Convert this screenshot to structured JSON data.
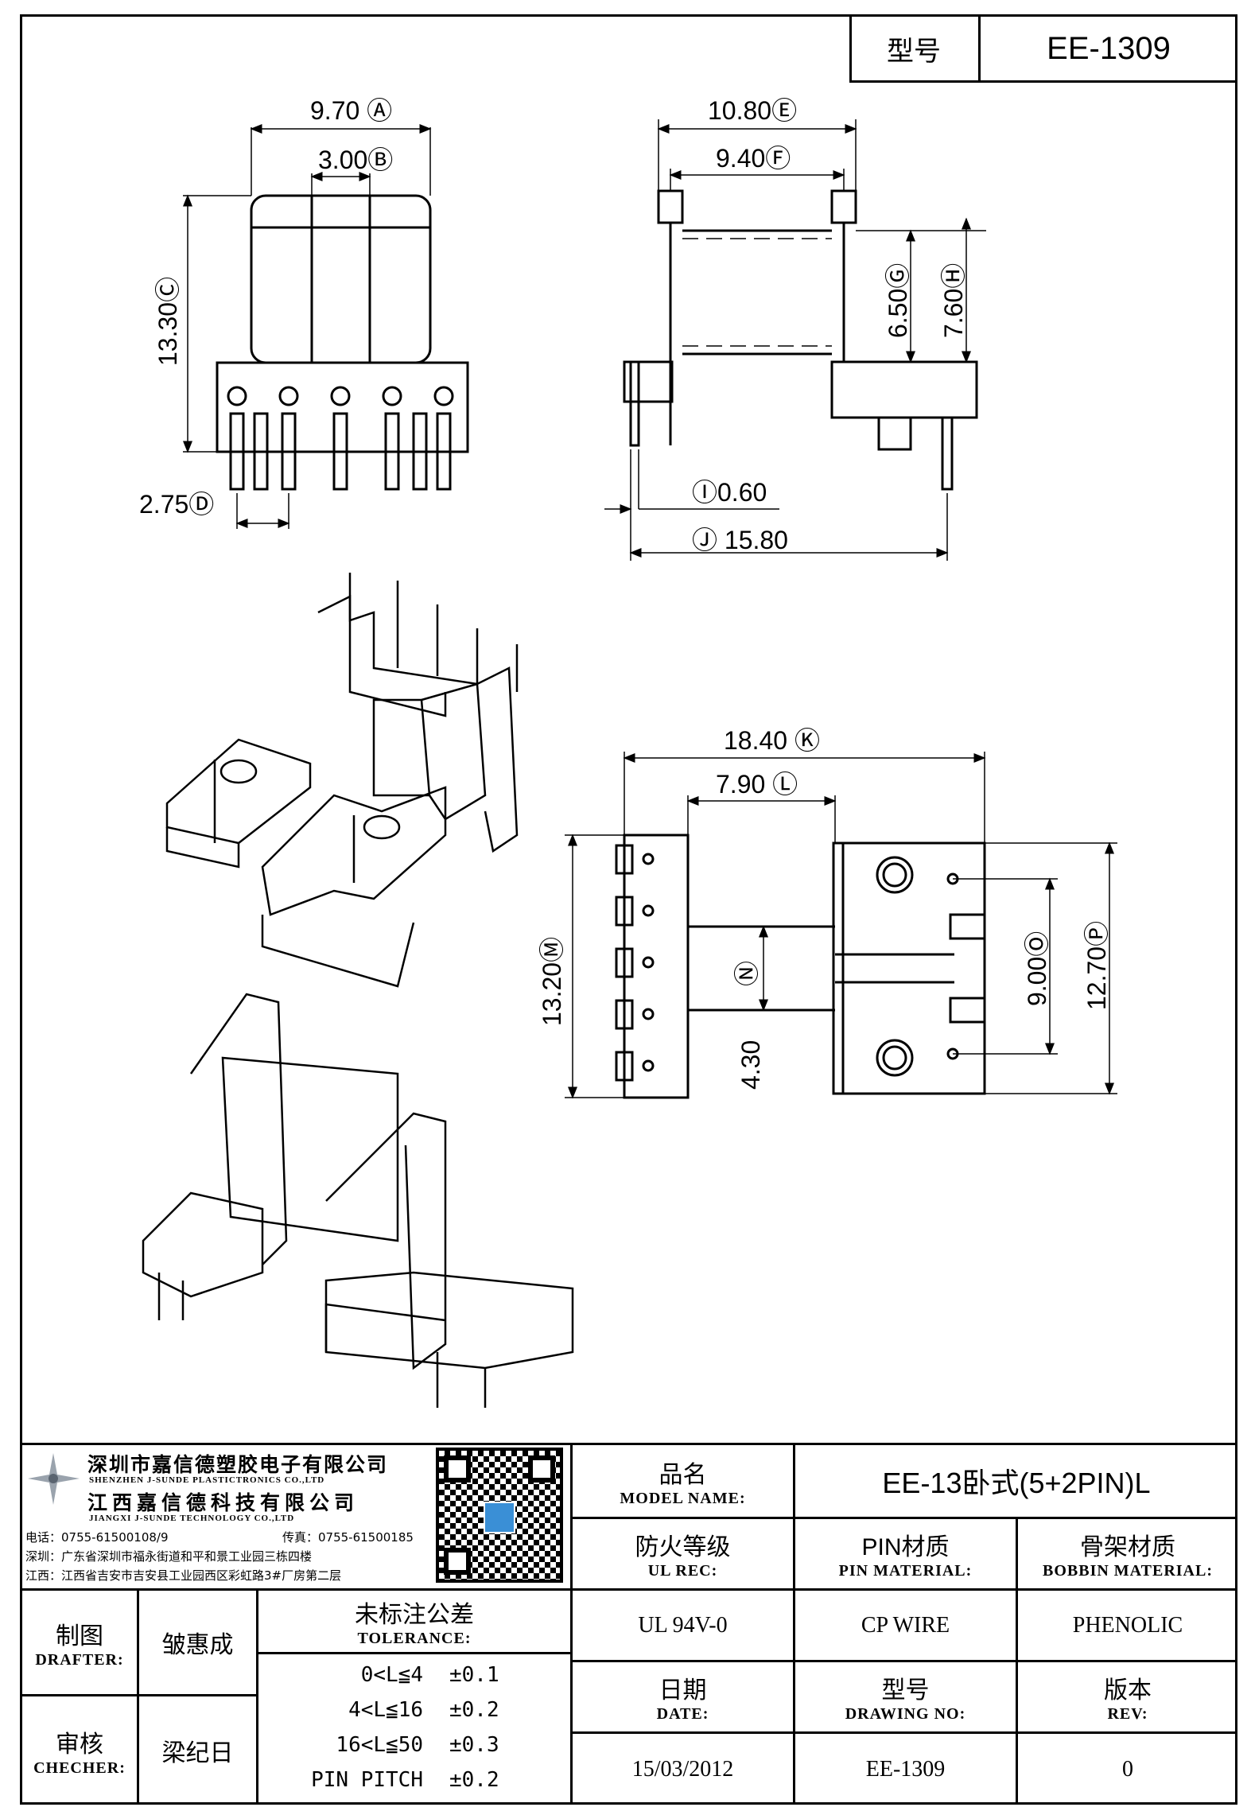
{
  "header": {
    "model_label": "型号",
    "model_value": "EE-1309"
  },
  "drawing": {
    "front_view": {
      "dims": [
        "9.70",
        "3.00",
        "13.30",
        "2.75"
      ],
      "markers": [
        "A",
        "B",
        "C",
        "D"
      ]
    },
    "side_view": {
      "dims": [
        "10.80",
        "9.40",
        "6.50",
        "7.60",
        "0.60",
        "15.80"
      ],
      "markers": [
        "E",
        "F",
        "G",
        "H",
        "I",
        "J"
      ]
    },
    "bottom_view": {
      "dims": [
        "18.40",
        "7.90",
        "13.20",
        "4.30",
        "9.00",
        "12.70"
      ],
      "markers": [
        "K",
        "L",
        "M",
        "N",
        "O",
        "P"
      ]
    }
  },
  "company": {
    "name_shenzhen": "深圳市嘉信德塑胶电子有限公司",
    "name_shenzhen_en": "SHENZHEN J-SUNDE PLASTICTRONICS CO.,LTD",
    "name_jiangxi": "江西嘉信德科技有限公司",
    "name_jiangxi_en": "JIANGXI J-SUNDE TECHNOLOGY CO.,LTD",
    "phone": "电话：0755-61500108/9",
    "fax": "传真：0755-61500185",
    "addr_sz": "深圳：广东省深圳市福永街道和平和景工业园三栋四楼",
    "addr_jx": "江西：江西省吉安市吉安县工业园西区彩虹路3#厂房第二层"
  },
  "title_block": {
    "model_name_cn": "品名",
    "model_name_en": "MODEL NAME:",
    "model_name_value": "EE-13卧式(5+2PIN)L",
    "ul_cn": "防火等级",
    "ul_en": "UL REC:",
    "ul_value": "UL 94V-0",
    "pin_cn": "PIN材质",
    "pin_en": "PIN MATERIAL:",
    "pin_value": "CP WIRE",
    "bobbin_cn": "骨架材质",
    "bobbin_en": "BOBBIN MATERIAL:",
    "bobbin_value": "PHENOLIC",
    "date_cn": "日期",
    "date_en": "DATE:",
    "date_value": "15/03/2012",
    "drawing_no_cn": "型号",
    "drawing_no_en": "DRAWING NO:",
    "drawing_no_value": "EE-1309",
    "rev_cn": "版本",
    "rev_en": "REV:",
    "rev_value": "0",
    "drafter_cn": "制图",
    "drafter_en": "DRAFTER:",
    "drafter_name": "皱惠成",
    "checker_cn": "审核",
    "checker_en": "CHECHER:",
    "checker_name": "梁纪日",
    "tolerance_cn": "未标注公差",
    "tolerance_en": "TOLERANCE:",
    "tolerance_rows": [
      {
        "range": "0<L≦4",
        "tol": "±0.1"
      },
      {
        "range": "4<L≦16",
        "tol": "±0.2"
      },
      {
        "range": "16<L≦50",
        "tol": "±0.3"
      },
      {
        "range": "PIN PITCH",
        "tol": "±0.2"
      }
    ]
  }
}
